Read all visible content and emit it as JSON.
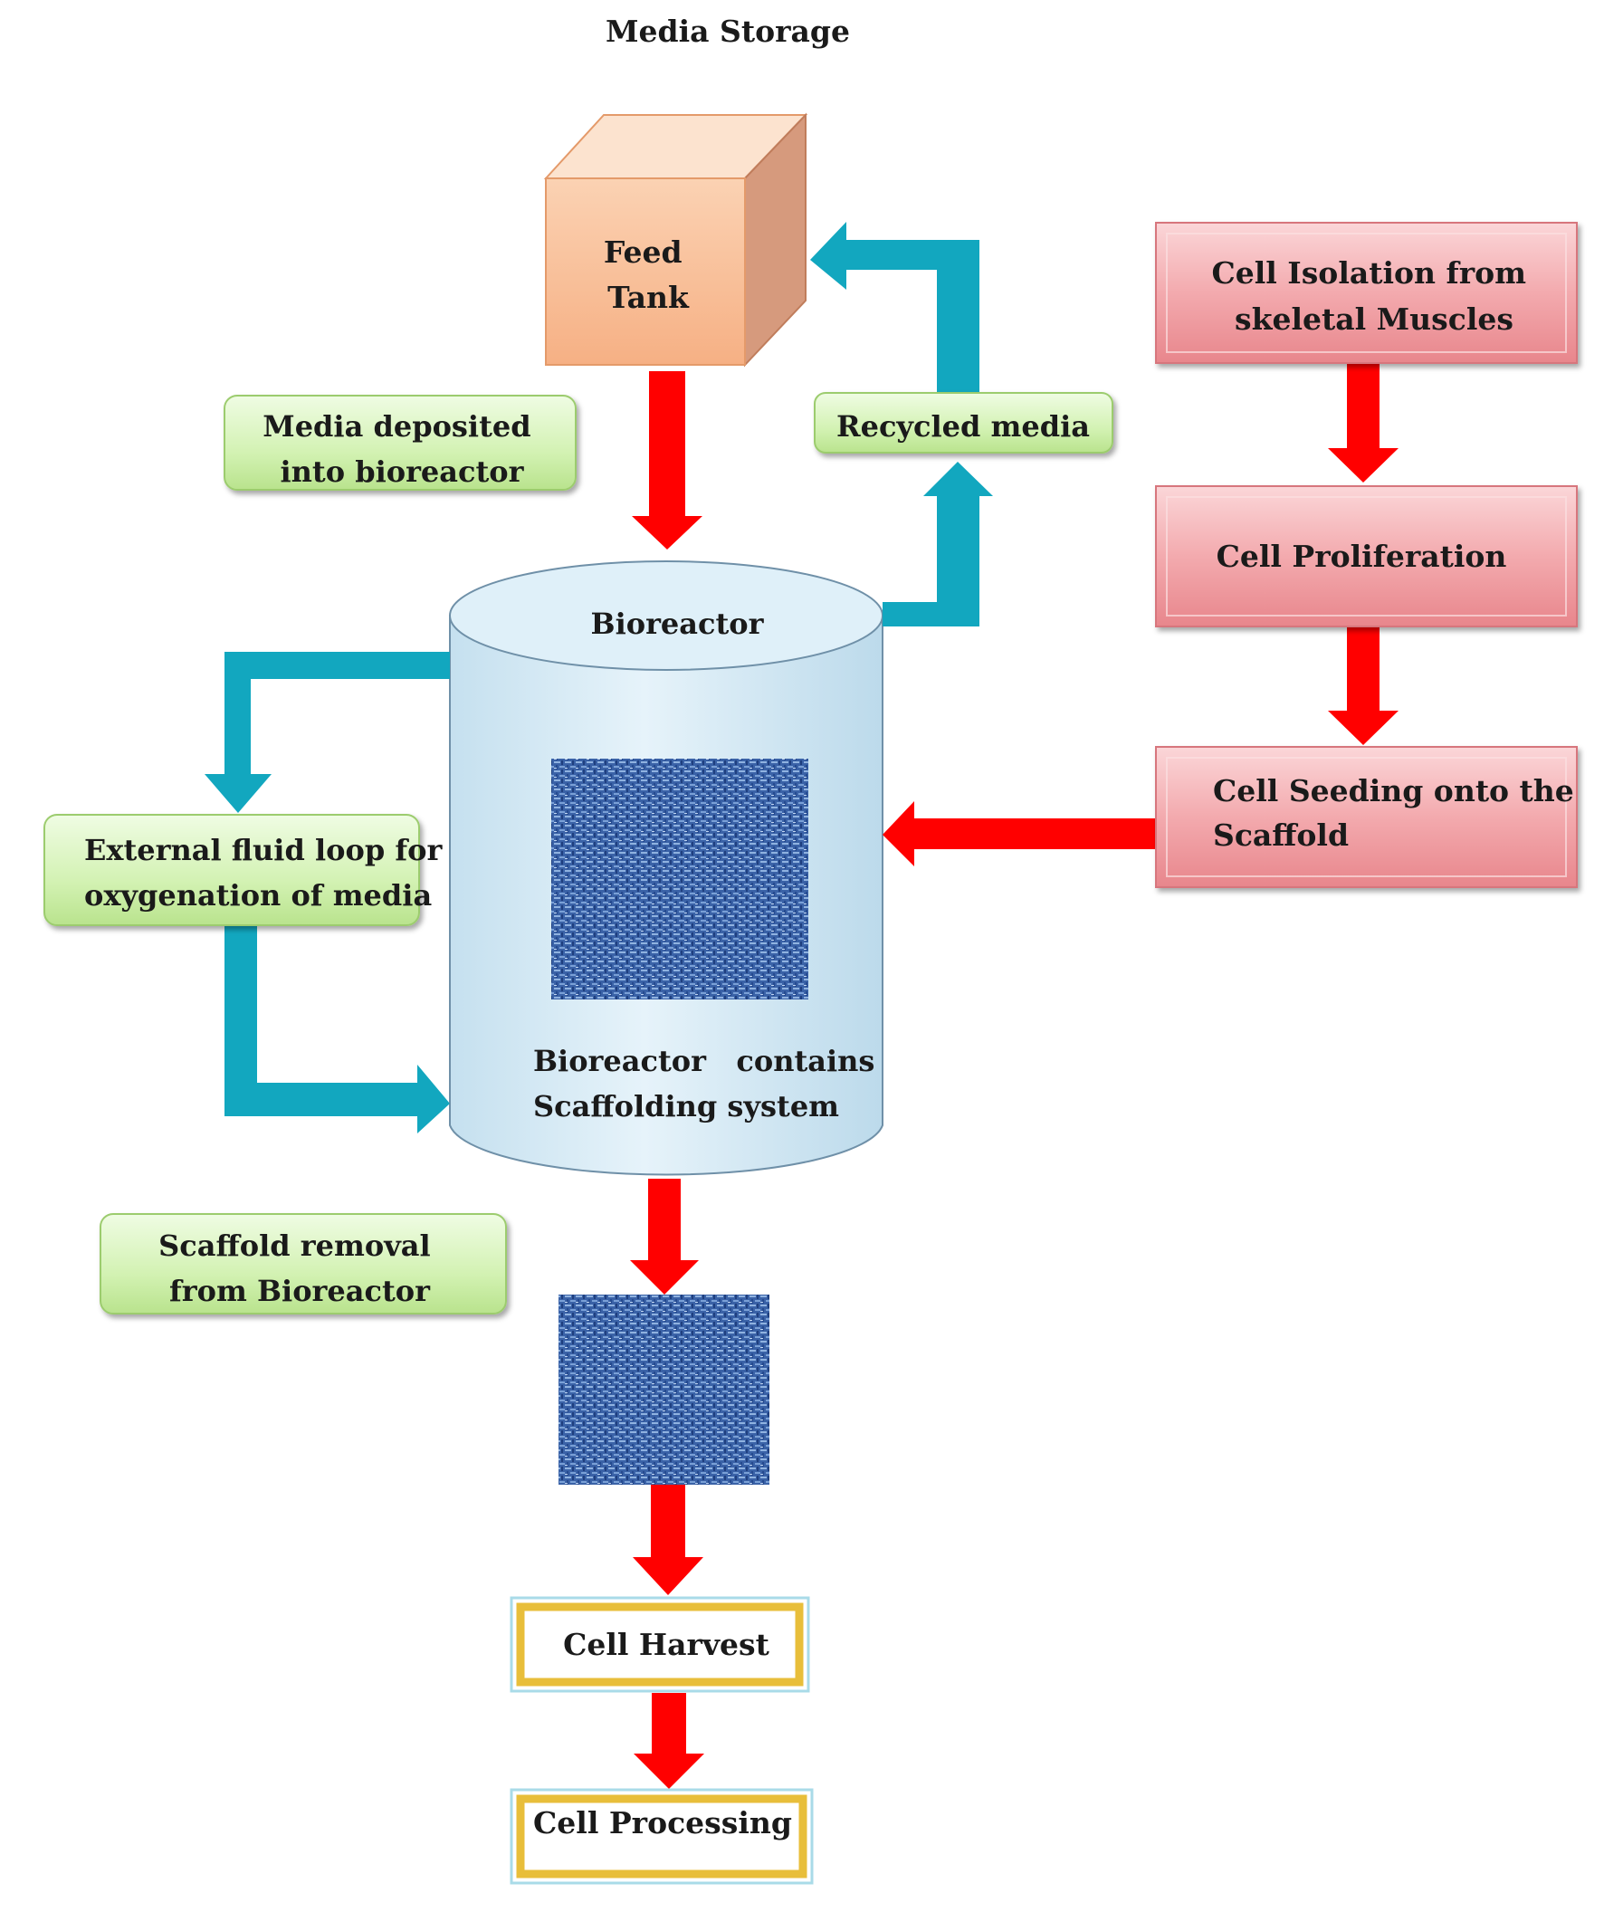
{
  "title": "Media Storage",
  "feed_tank": {
    "line1": "Feed",
    "line2": "Tank"
  },
  "media_deposited": {
    "line1": "Media deposited",
    "line2": "into bioreactor"
  },
  "recycled_media": {
    "line1": "Recycled media"
  },
  "bioreactor": {
    "label": "Bioreactor",
    "caption1": "Bioreactor   contains",
    "caption2": "Scaffolding system"
  },
  "external_loop": {
    "line1": "External fluid loop for",
    "line2": "oxygenation of media"
  },
  "cell_isolation": {
    "line1": "Cell Isolation from",
    "line2": "skeletal Muscles"
  },
  "cell_proliferation": {
    "line1": "Cell Proliferation"
  },
  "cell_seeding": {
    "line1": "Cell Seeding onto the",
    "line2": "Scaffold"
  },
  "scaffold_removal": {
    "line1": "Scaffold removal",
    "line2": "from Bioreactor"
  },
  "cell_harvest": {
    "line1": "Cell Harvest"
  },
  "cell_processing": {
    "line1": "Cell Processing"
  },
  "colors": {
    "red_arrow": "#ff0000",
    "teal_arrow": "#12a7bf",
    "green_box": "#d3f2b3",
    "pink_box": "#f3a9ad",
    "feed_tank": "#f8bf96",
    "bioreactor": "#d7ecf6",
    "scaffold": "#3b63a8",
    "gold_border": "#e8be3a"
  }
}
